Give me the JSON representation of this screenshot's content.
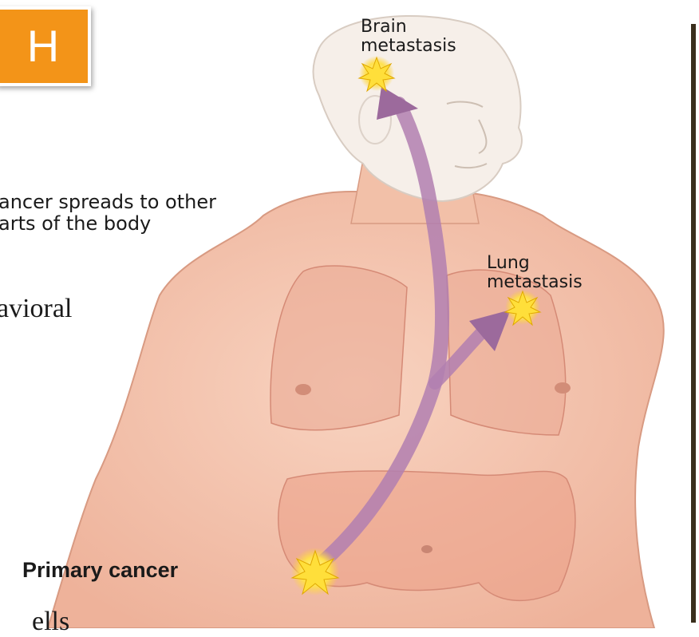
{
  "badge": {
    "letter": "H"
  },
  "labels": {
    "brain_line1": "Brain",
    "brain_line2": "metastasis",
    "lung_line1": "Lung",
    "lung_line2": "metastasis",
    "spread_line1": "ancer spreads to other",
    "spread_line2": "arts of the body",
    "primary": "Primary cancer"
  },
  "background_text": {
    "fragment_1": "avioral",
    "fragment_2": "ells"
  },
  "colors": {
    "badge": "#f39418",
    "skin": "#f4c2ab",
    "arrow": "#b27fb0",
    "tumor": "#ffe14d"
  }
}
